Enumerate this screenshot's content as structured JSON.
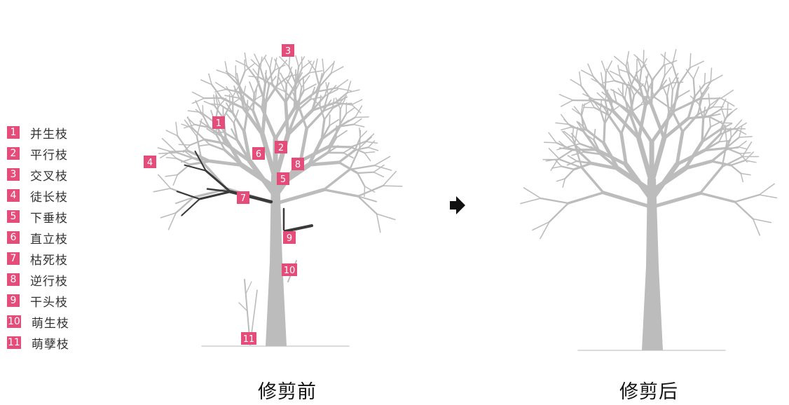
{
  "legend": [
    {
      "num": "1",
      "label": "并生枝"
    },
    {
      "num": "2",
      "label": "平行枝"
    },
    {
      "num": "3",
      "label": "交叉枝"
    },
    {
      "num": "4",
      "label": "徒长枝"
    },
    {
      "num": "5",
      "label": "下垂枝"
    },
    {
      "num": "6",
      "label": "直立枝"
    },
    {
      "num": "7",
      "label": "枯死枝"
    },
    {
      "num": "8",
      "label": "逆行枝"
    },
    {
      "num": "9",
      "label": "干头枝"
    },
    {
      "num": "10",
      "label": "萌生枝"
    },
    {
      "num": "11",
      "label": "萌孽枝"
    }
  ],
  "captions": {
    "before": "修剪前",
    "after": "修剪后"
  },
  "markers": [
    "1",
    "2",
    "3",
    "4",
    "5",
    "6",
    "7",
    "8",
    "9",
    "10",
    "11"
  ],
  "arrow_icon": "right-arrow-icon",
  "colors": {
    "badge": "#e44d7a",
    "tree": "#bdbcbc",
    "dead_branch": "#3a3a3a",
    "ground": "#cfcfcf"
  }
}
